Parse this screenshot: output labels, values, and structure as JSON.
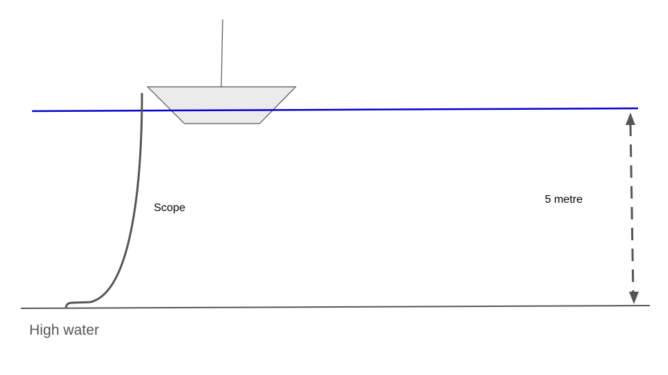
{
  "labels": {
    "scope": "Scope",
    "depth": "5 metre",
    "seabed": "High water"
  },
  "colors": {
    "water_line": "#0000cc",
    "seabed": "#555555",
    "rode": "#555555",
    "hull_fill": "#ebebeb"
  }
}
